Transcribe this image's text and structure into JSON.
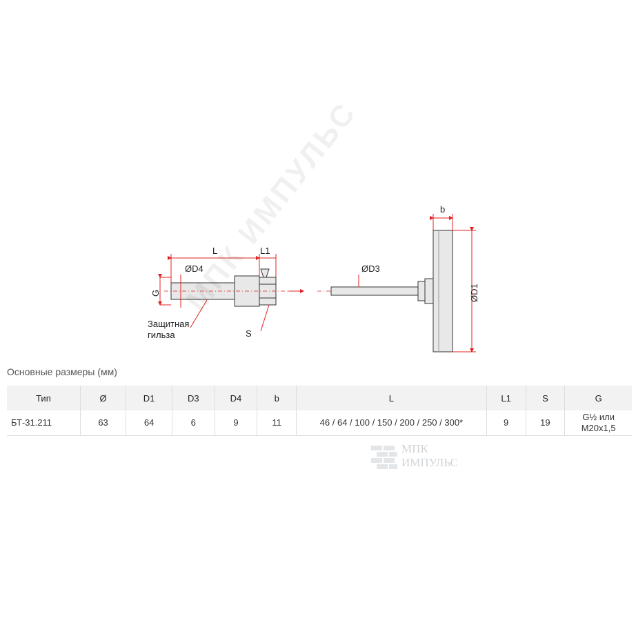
{
  "drawing": {
    "labels": {
      "L": "L",
      "L1": "L1",
      "D4": "ØD4",
      "G": "G",
      "sleeve_line1": "Защитная",
      "sleeve_line2": "гильза",
      "S": "S",
      "D3": "ØD3",
      "b": "b",
      "D1": "ØD1"
    }
  },
  "caption": "Основные размеры (мм)",
  "table": {
    "headers": [
      "Тип",
      "Ø",
      "D1",
      "D3",
      "D4",
      "b",
      "L",
      "L1",
      "S",
      "G"
    ],
    "row": {
      "type": "БТ-31.211",
      "dia": "63",
      "d1": "64",
      "d3": "6",
      "d4": "9",
      "b": "11",
      "l": "46 / 64 / 100 / 150 / 200 / 250 / 300*",
      "l1": "9",
      "s": "19",
      "g_line1": "G½ или",
      "g_line2": "M20x1,5"
    }
  },
  "watermark": {
    "diagonal": "МПК ИМПУЛЬС",
    "logo_line1": "МПК",
    "logo_line2": "ИМПУЛЬС"
  }
}
